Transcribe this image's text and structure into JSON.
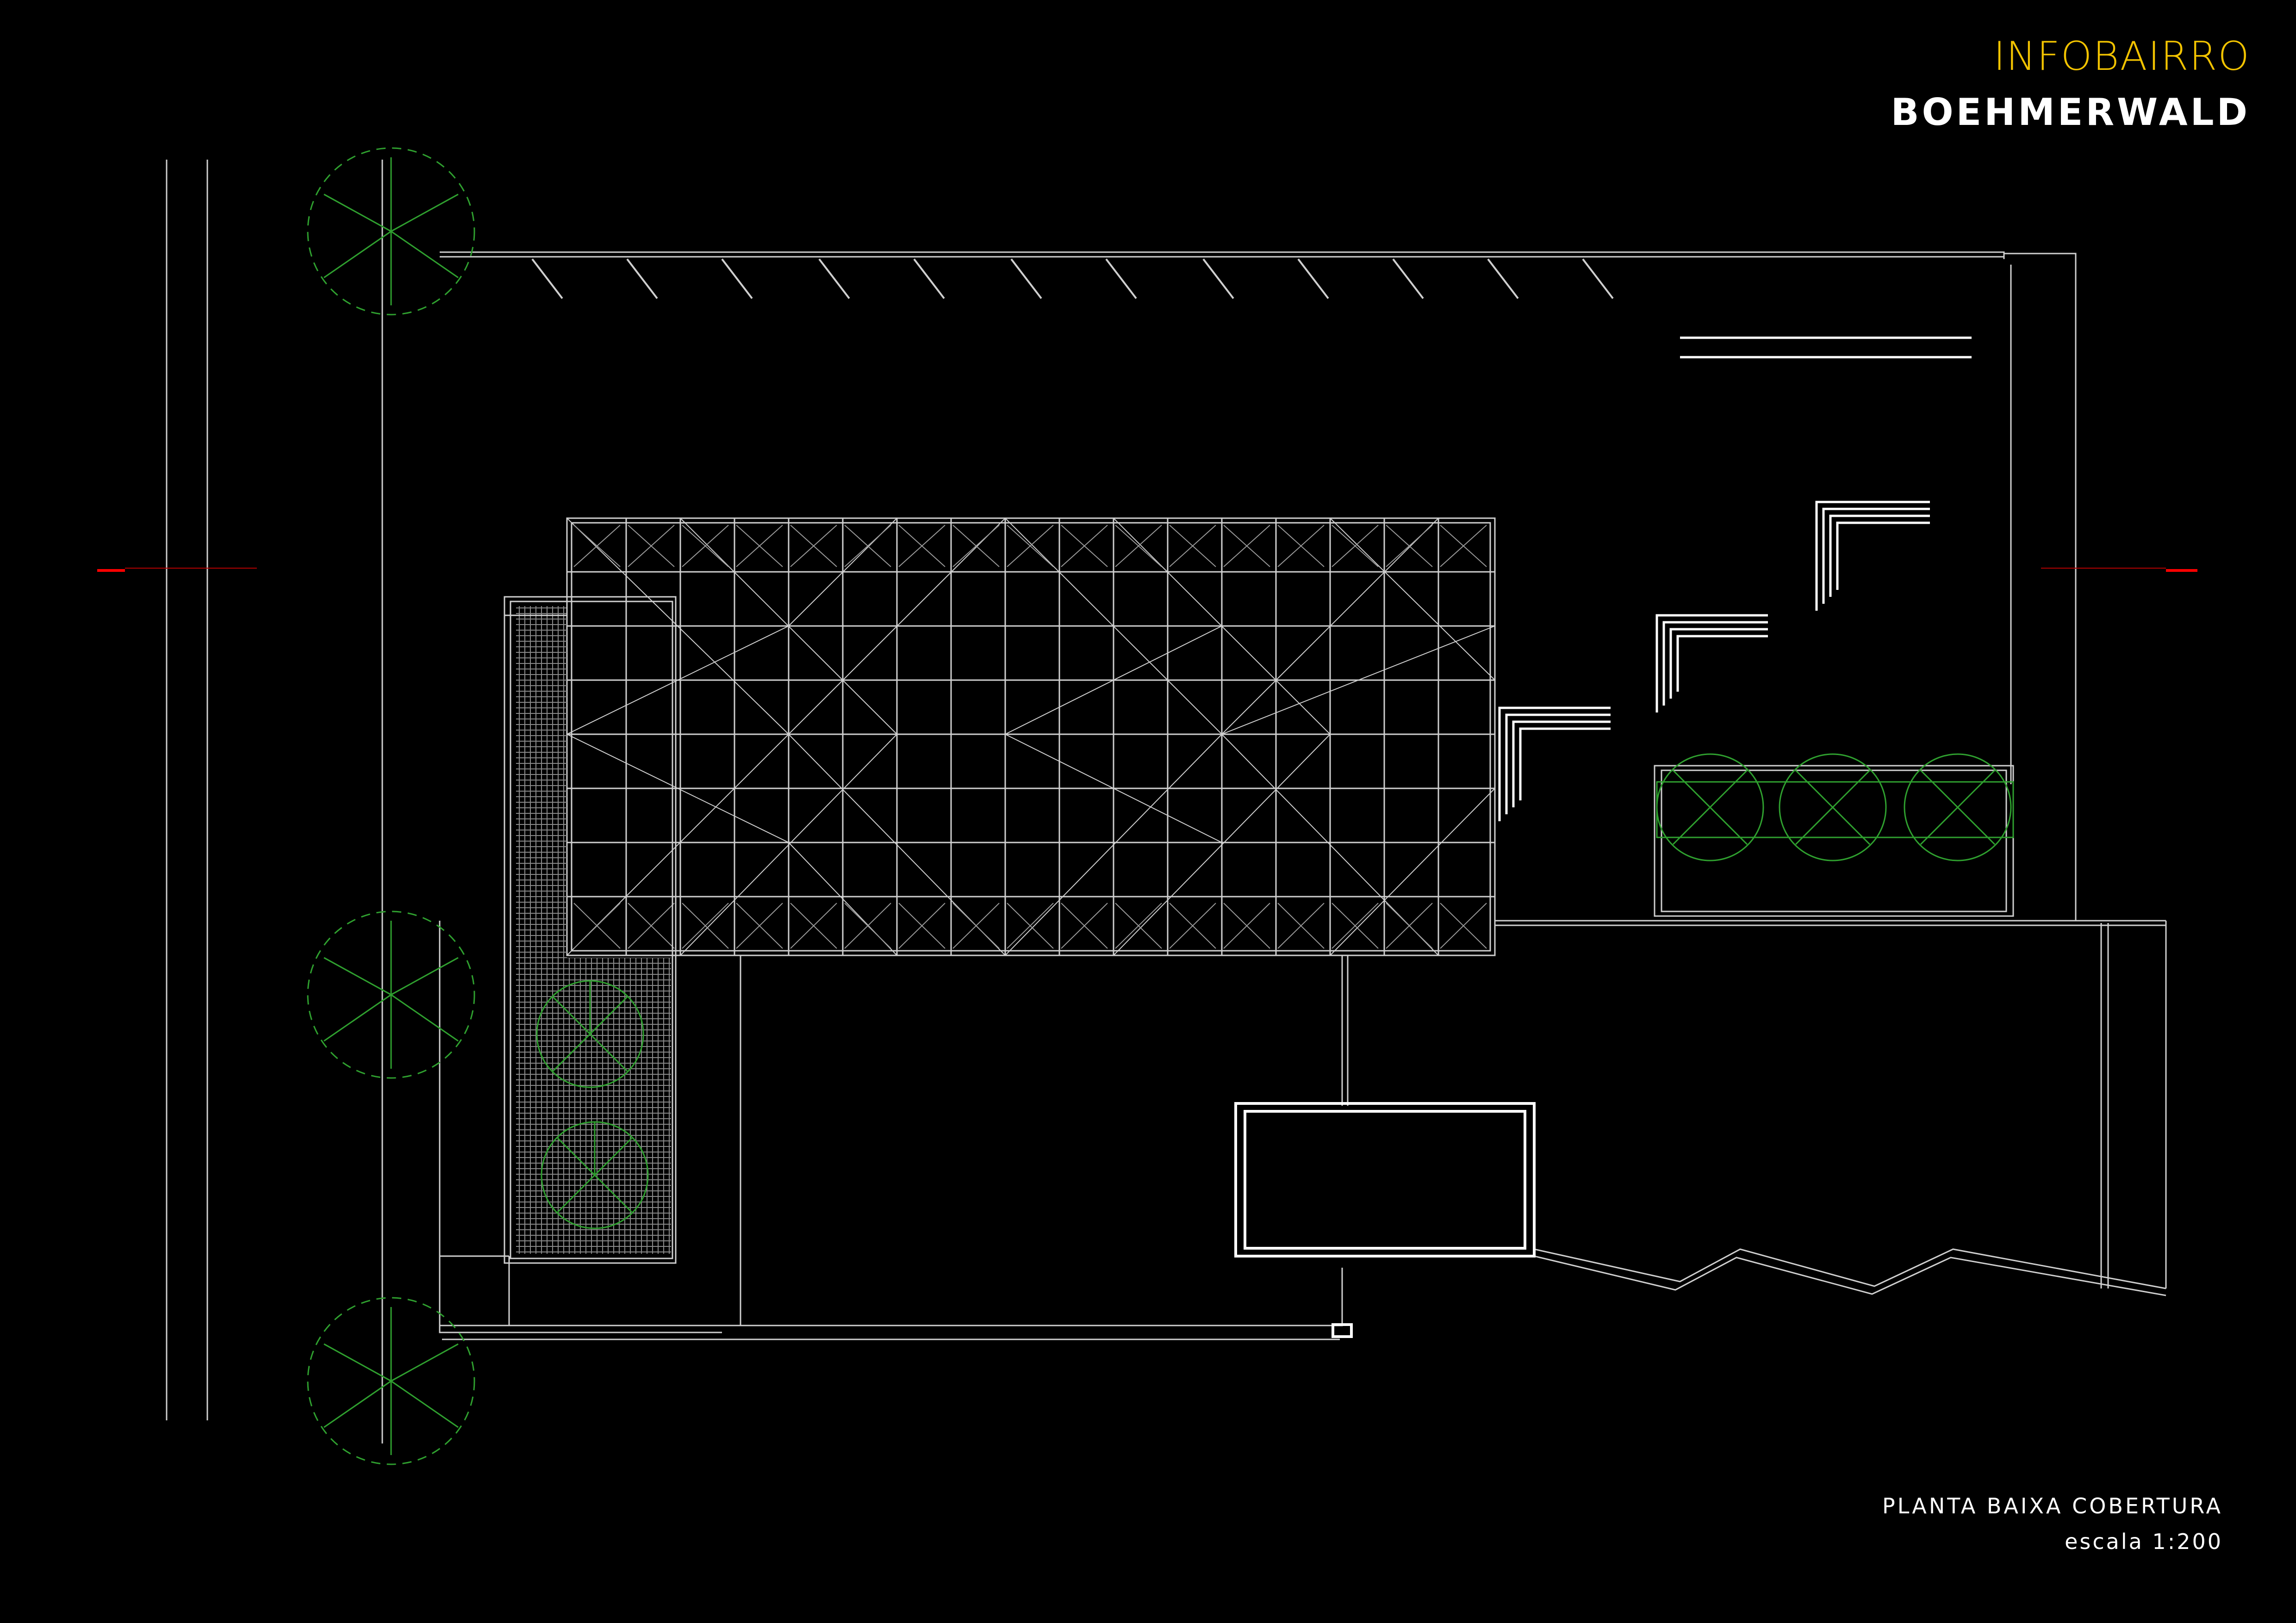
{
  "title": {
    "project": "INFOBAIRRO",
    "location": "BOEHMERWALD"
  },
  "caption": {
    "drawing": "PLANTA BAIXA COBERTURA",
    "scale": "escala 1:200"
  },
  "colors": {
    "background": "#000000",
    "linework": "#d9d9d9",
    "vegetation": "#2fa02f",
    "title_accent": "#f2c300",
    "title_secondary": "#ffffff",
    "section_marker": "#ff0000"
  },
  "icons": {
    "tree": "tree-symbol-icon",
    "section": "section-marker-icon"
  }
}
